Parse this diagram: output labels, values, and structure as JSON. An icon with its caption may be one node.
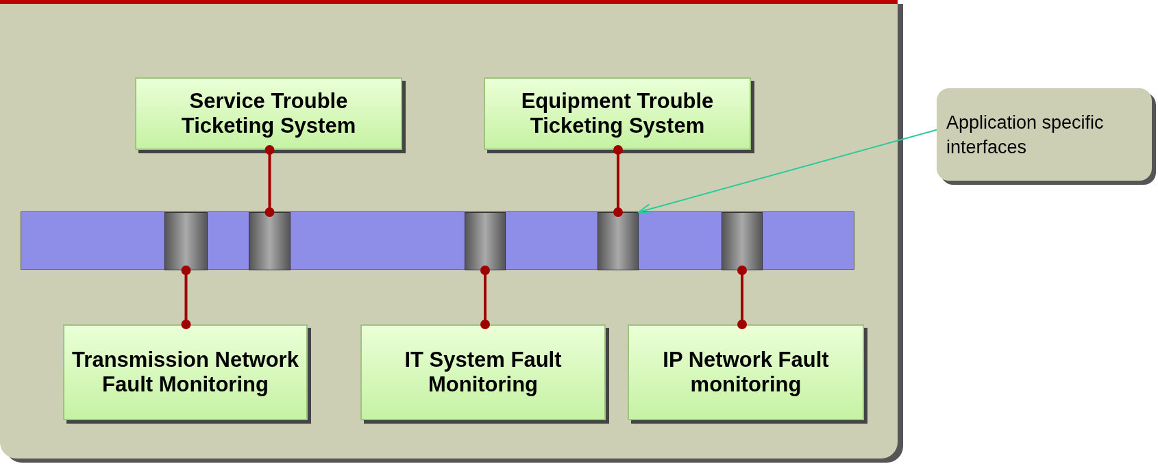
{
  "diagram": {
    "nodes": [
      {
        "text": [
          "Service Trouble Ticketing System"
        ]
      },
      {
        "text": [
          "Equipment Trouble Ticketing System"
        ]
      },
      {
        "text": [
          "Application specific interfaces"
        ]
      },
      {
        "text": [],
        "shape": "bar"
      },
      {
        "text": [],
        "shape": "box",
        "in": 3
      },
      {
        "text": [],
        "shape": "box",
        "in": 3
      },
      {
        "text": [],
        "shape": "box",
        "in": 3
      },
      {
        "text": [],
        "shape": "box",
        "in": 3
      },
      {
        "text": [],
        "shape": "box",
        "in": 3
      },
      {
        "text": [
          "Transmission Network Fault Monitoring"
        ]
      },
      {
        "text": [
          "IT System Fault Monitoring"
        ]
      },
      {
        "text": [
          "IP Network Fault monitoring"
        ]
      }
    ],
    "edges": [
      {
        "from": 0,
        "to": 5,
        "arrow": "other"
      },
      {
        "from": 1,
        "to": 7,
        "arrow": "other"
      },
      {
        "from": 4,
        "to": 9,
        "arrow": "other"
      },
      {
        "from": 6,
        "to": 10,
        "arrow": "other"
      },
      {
        "from": 8,
        "to": 11,
        "arrow": "other"
      },
      {
        "from": 2,
        "to": 7,
        "arrow": "to",
        "color": "#2ec99a"
      }
    ]
  }
}
